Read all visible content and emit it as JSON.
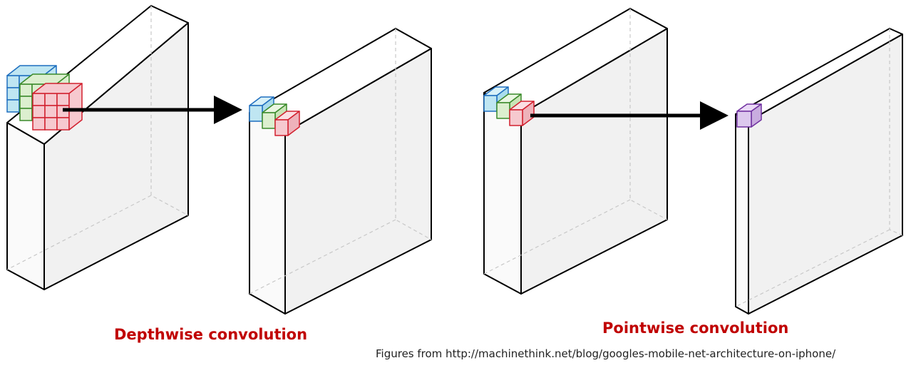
{
  "captions": {
    "depthwise": "Depthwise convolution",
    "pointwise": "Pointwise convolution"
  },
  "source_note": "Figures from http://machinethink.net/blog/googles-mobile-net-architecture-on-iphone/",
  "colors": {
    "caption": "#c00000",
    "channel_blue": "#1f6fbf",
    "channel_green": "#3a8a2a",
    "channel_red": "#d2202e",
    "pointwise_purple": "#7030a0",
    "arrow": "#000000"
  }
}
